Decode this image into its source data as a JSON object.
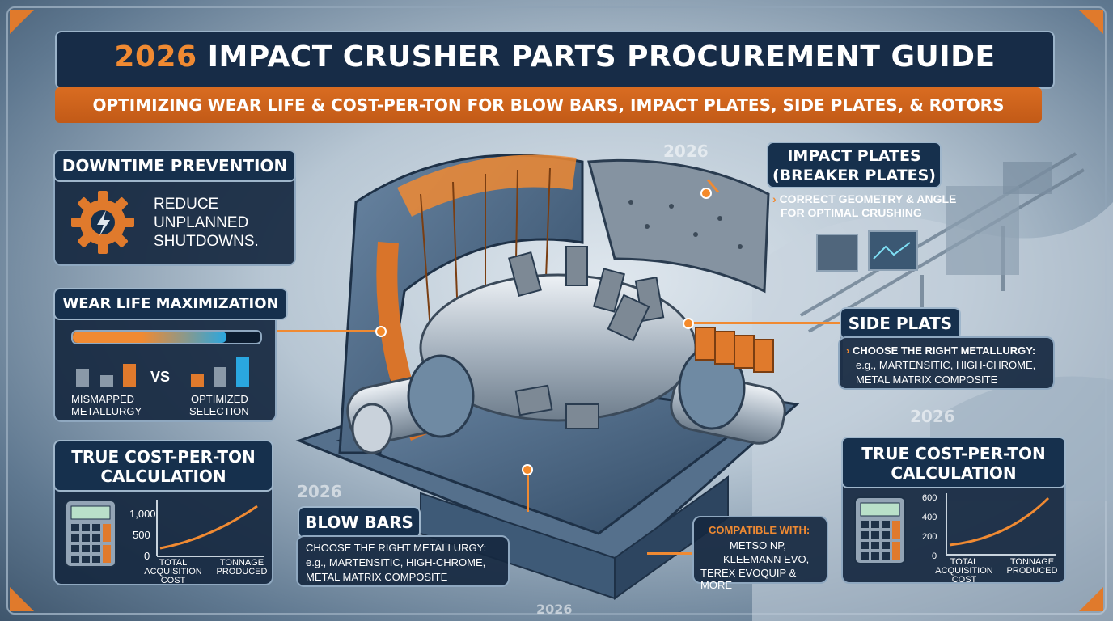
{
  "title": {
    "year": "2026",
    "rest": "IMPACT CRUSHER PARTS PROCUREMENT GUIDE"
  },
  "subtitle": "OPTIMIZING WEAR LIFE & COST-PER-TON FOR BLOW BARS, IMPACT PLATES, SIDE PLATES, & ROTORS",
  "downtime": {
    "heading": "DOWNTIME PREVENTION",
    "text": [
      "REDUCE",
      "UNPLANNED",
      "SHUTDOWNS."
    ],
    "icon": "gear-lightning-icon"
  },
  "wear": {
    "heading": "WEAR LIFE MAXIMIZATION",
    "vs": "VS",
    "left": [
      "MISMAPPED",
      "METALLURGY"
    ],
    "right": [
      "OPTIMIZED",
      "SELECTION"
    ],
    "progress": 0.82
  },
  "cost_left": {
    "heading": [
      "TRUE COST-PER-TON",
      "CALCULATION"
    ],
    "ticks": [
      "1,000",
      "500",
      "0"
    ],
    "xlabels": {
      "left": [
        "TOTAL",
        "ACQUISITION",
        "COST"
      ],
      "right": [
        "TONNAGE",
        "PRODUCED"
      ]
    }
  },
  "impact": {
    "heading": [
      "IMPACT PLATES",
      "(BREAKER PLATES)"
    ],
    "text": [
      "CORRECT GEOMETRY & ANGLE",
      "FOR OPTIMAL CRUSHING"
    ]
  },
  "side": {
    "heading": "SIDE PLATS",
    "text": [
      "CHOOSE THE RIGHT METALLURGY:",
      "e.g., MARTENSITIC, HIGH-CHROME,",
      "METAL MATRIX COMPOSITE"
    ]
  },
  "blow": {
    "heading": "BLOW BARS",
    "text": [
      "CHOOSE THE RIGHT METALLURGY:",
      "e.g., MARTENSITIC, HIGH-CHROME,",
      "METAL MATRIX COMPOSITE"
    ]
  },
  "compat": {
    "heading": "COMPATIBLE WITH:",
    "items": [
      "METSO NP,",
      "KLEEMANN EVO,",
      "TEREX EVOQUIP & MORE"
    ]
  },
  "cost_right": {
    "heading": [
      "TRUE COST-PER-TON",
      "CALCULATION"
    ],
    "ticks": [
      "600",
      "400",
      "200",
      "0"
    ],
    "xlabels": {
      "left": [
        "TOTAL",
        "ACQUISITION",
        "COST"
      ],
      "right": [
        "TONNAGE",
        "PRODUCED"
      ]
    }
  },
  "watermarks": [
    "2026",
    "2026",
    "2026",
    "2026"
  ],
  "colors": {
    "navy": "#172c47",
    "orange": "#f08a32",
    "accent": "#2aa7e0"
  }
}
